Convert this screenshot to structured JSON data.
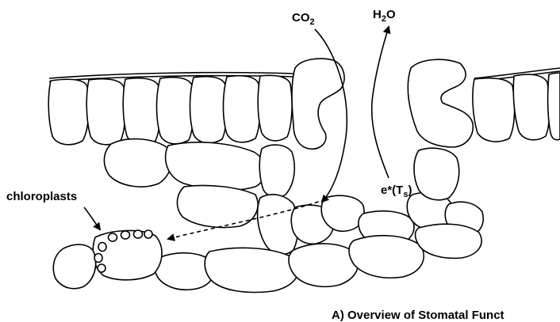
{
  "labels": {
    "co2": "CO",
    "co2_sub": "2",
    "h2o_h": "H",
    "h2o_sub": "2",
    "h2o_o": "O",
    "vapor_e": "e*(T",
    "vapor_sub": "s",
    "vapor_close": ")",
    "chloroplasts": "chloroplasts",
    "caption": "A) Overview of Stomatal Funct"
  }
}
